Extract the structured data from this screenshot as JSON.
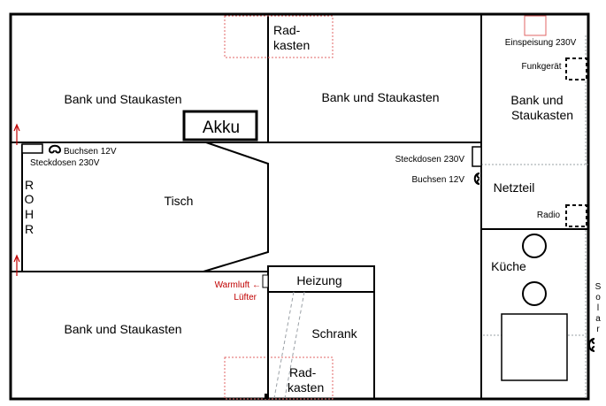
{
  "labels": {
    "bank_tl": "Bank und Staukasten",
    "bank_tc": "Bank und Staukasten",
    "bank_r_1": "Bank und",
    "bank_r_2": "Staukasten",
    "bank_bl": "Bank und Staukasten",
    "radkasten_top_1": "Rad-",
    "radkasten_top_2": "kasten",
    "radkasten_bot_1": "Rad-",
    "radkasten_bot_2": "kasten",
    "akku": "Akku",
    "tisch": "Tisch",
    "rohr": [
      "R",
      "O",
      "H",
      "R"
    ],
    "buchsen_l": "Buchsen 12V",
    "steckdosen_l": "Steckdosen 230V",
    "steckdosen_r": "Steckdosen 230V",
    "buchsen_r": "Buchsen 12V",
    "einspeisung": "Einspeisung 230V",
    "funkgeraet": "Funkgerät",
    "netzteil": "Netzteil",
    "radio": "Radio",
    "kueche": "Küche",
    "heizung": "Heizung",
    "schrank": "Schrank",
    "warmluft": "Warmluft ←",
    "luefter": "Lüfter",
    "solar": [
      "S",
      "o",
      "l",
      "a",
      "r"
    ]
  },
  "colors": {
    "wall": "#000000",
    "hidden_line": "#9aa0a6",
    "wheel_box": "#e06666",
    "annotation": "#c00000"
  }
}
